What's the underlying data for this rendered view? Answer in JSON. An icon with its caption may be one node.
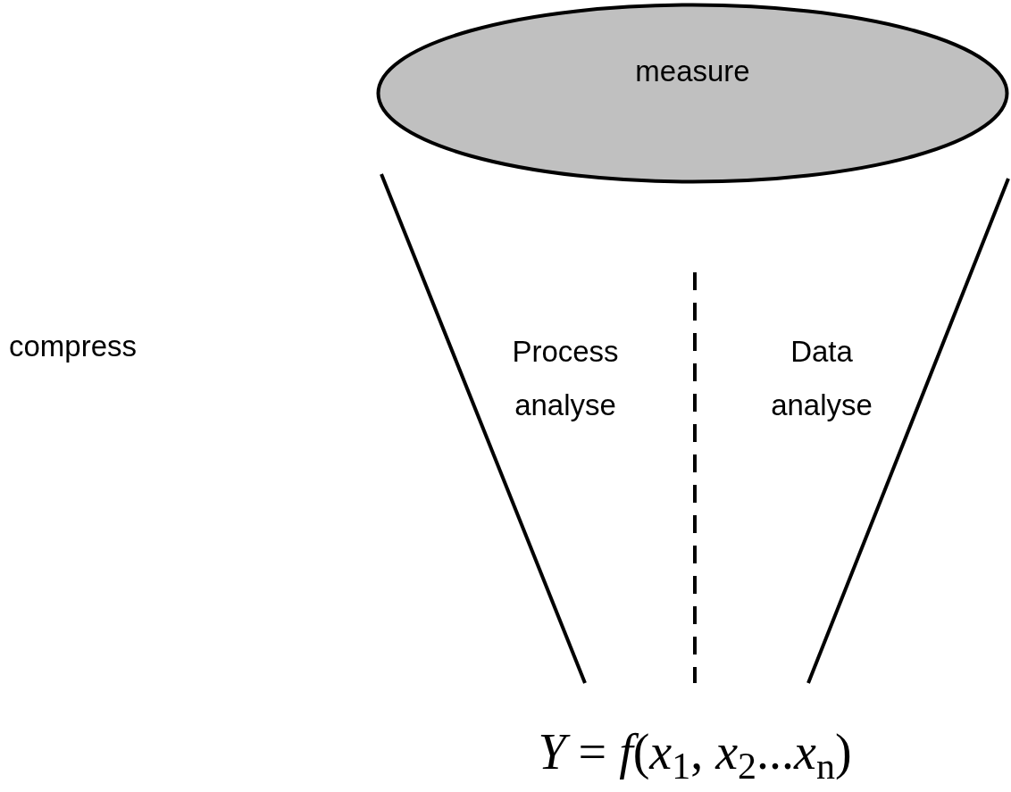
{
  "diagram": {
    "nodes": [
      {
        "text": [
          "measure"
        ]
      }
    ],
    "labels": [
      "compress",
      "Process analyse",
      "Data analyse",
      "*Y* = *f*(*x*$_{1}$, *x*$_{2}$...*x*$_{n}$)"
    ]
  }
}
